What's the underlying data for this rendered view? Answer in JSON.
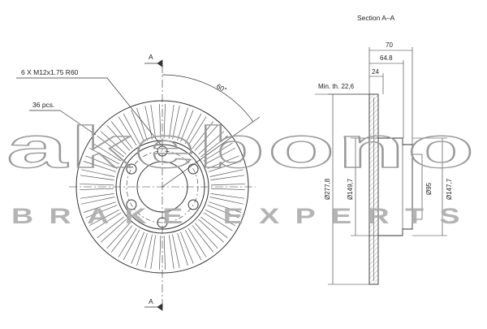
{
  "drawing": {
    "thread_note": "6 X M12x1.75 R60",
    "vanes_note": "36 pcs.",
    "angle_label": "60°",
    "section_mark_top": "A",
    "section_mark_bottom": "A",
    "section_title": "Section A–A",
    "dim_70": "70",
    "dim_648": "64.8",
    "dim_24": "24",
    "min_thickness": "Min. th. 22,6",
    "diam_2778": "Ø277,8",
    "diam_1497": "Ø149,7",
    "diam_95": "Ø95",
    "diam_1477": "Ø147,7"
  },
  "watermark": {
    "brand": "akebono",
    "tagline": "BRAKE EXPERTS"
  },
  "colors": {
    "line": "#333333",
    "watermark": "#9a9a9a"
  }
}
